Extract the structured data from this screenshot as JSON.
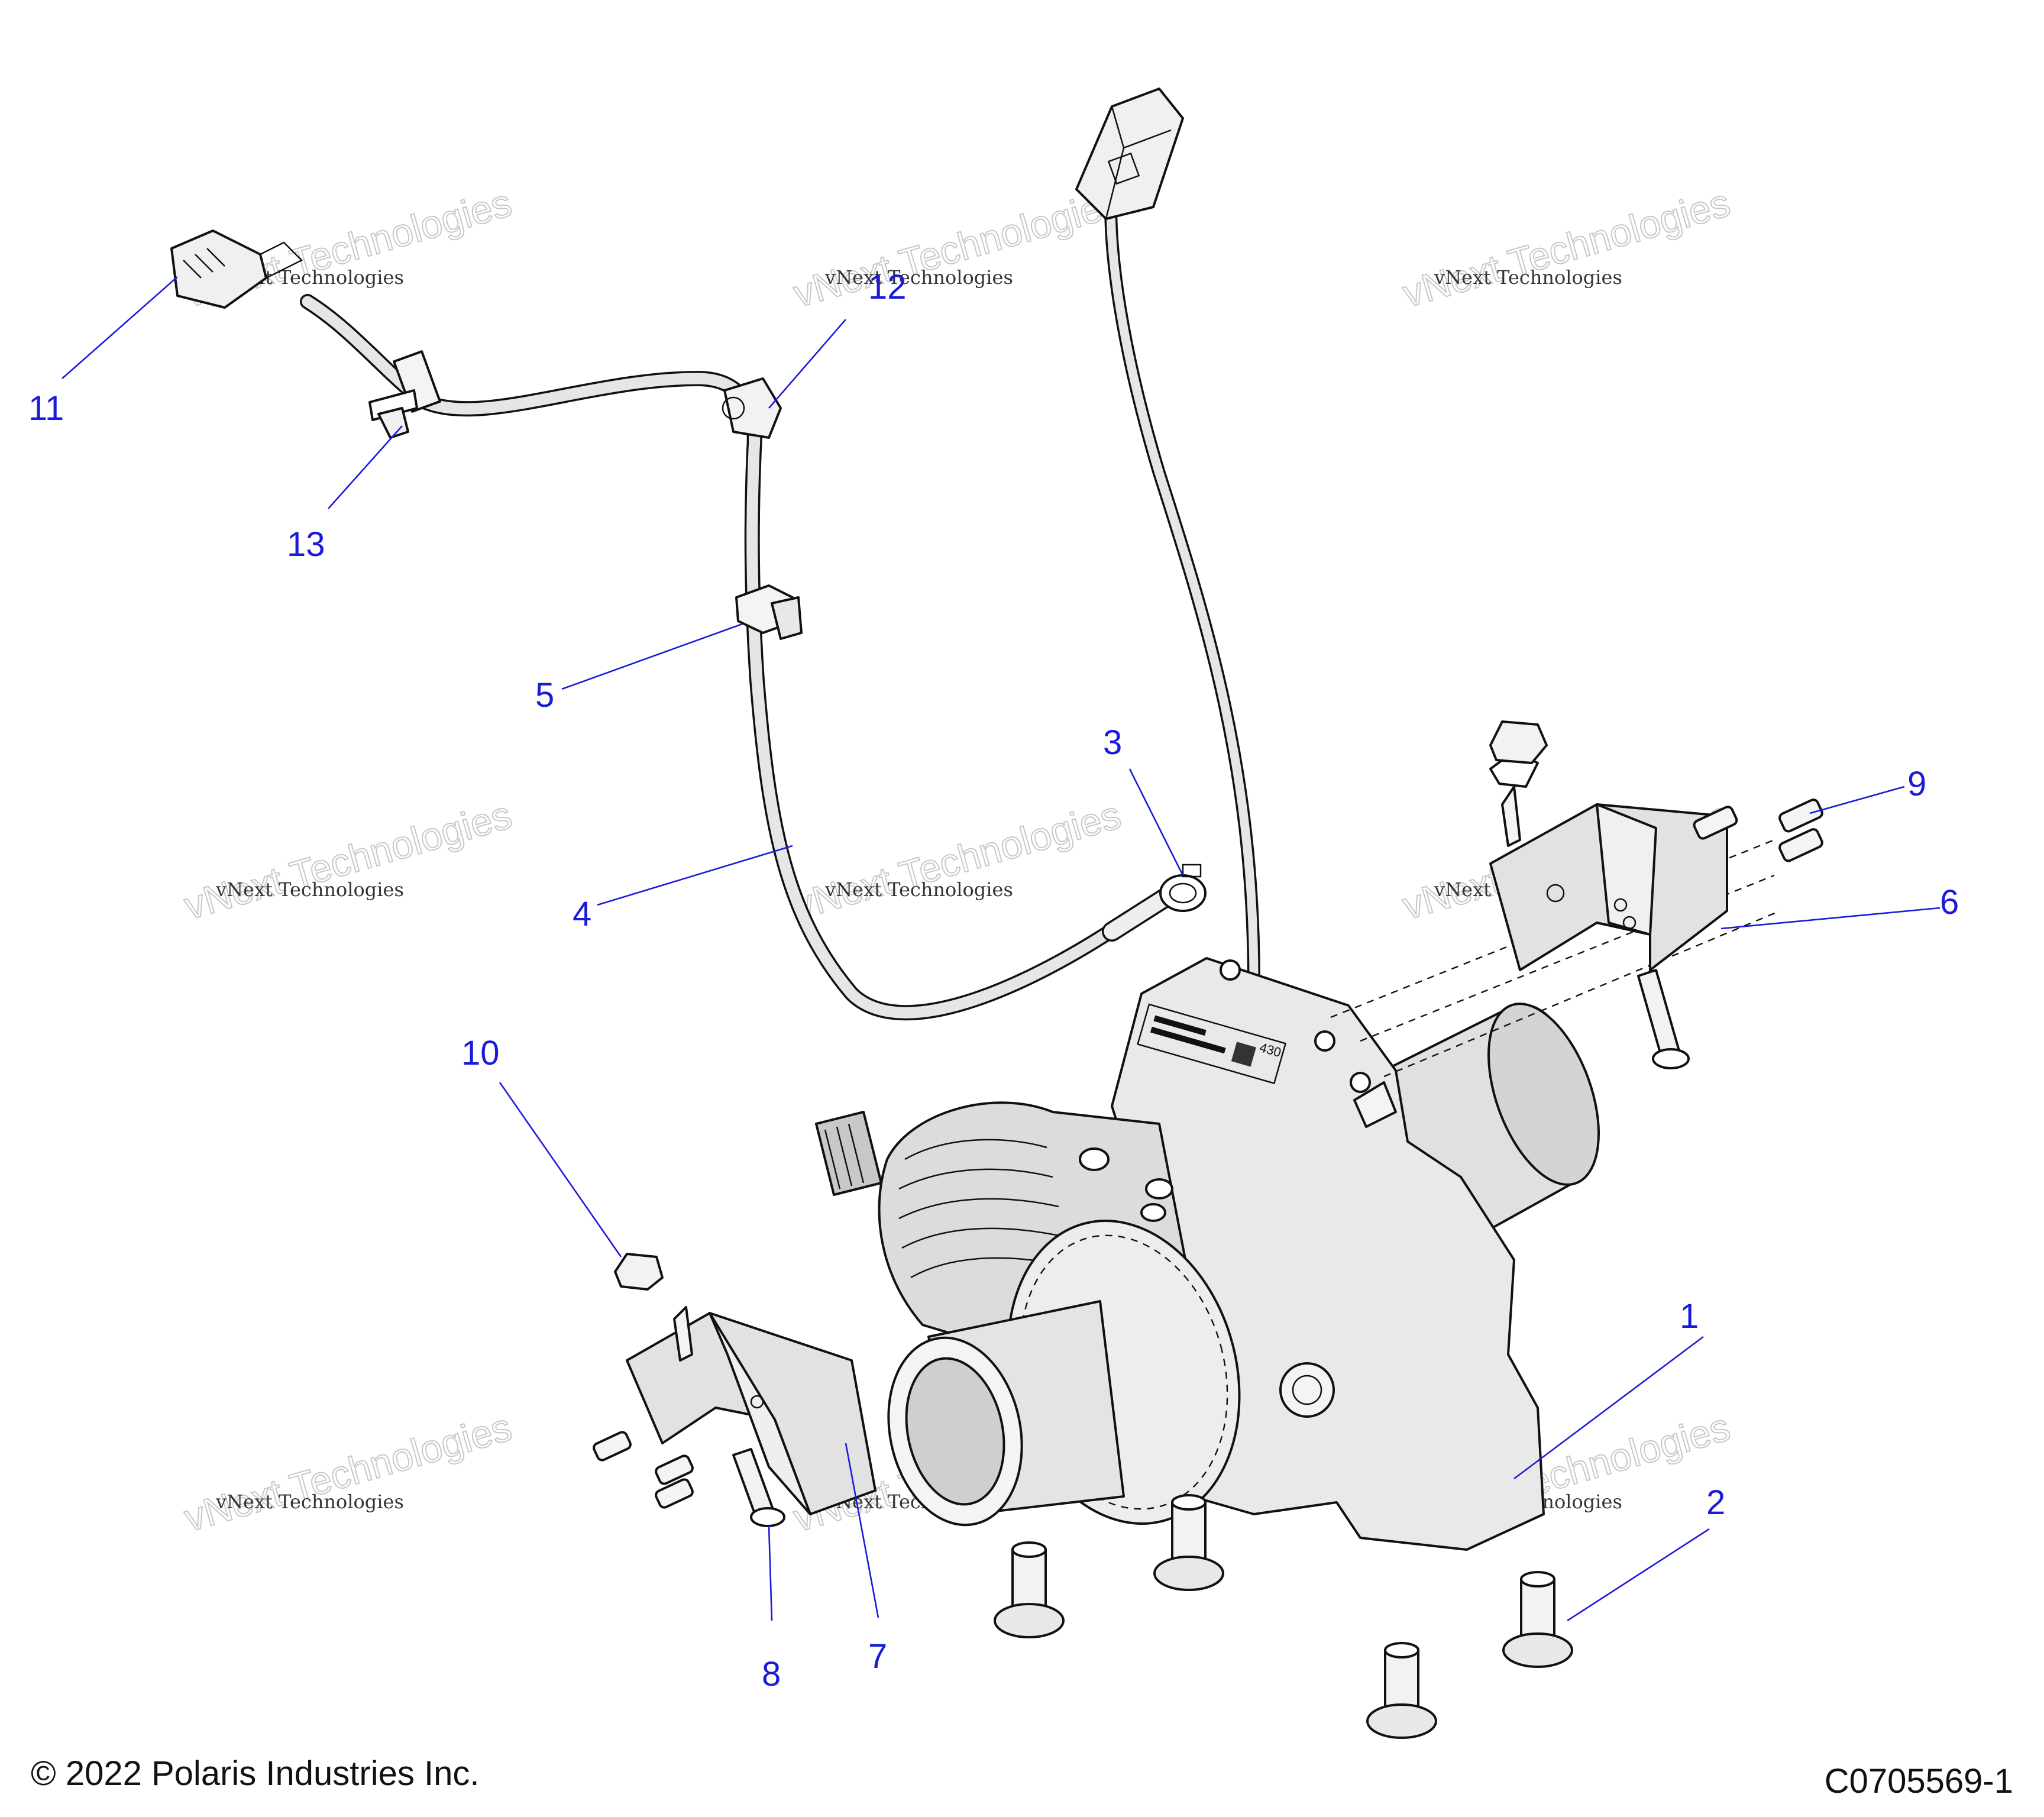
{
  "callouts": [
    {
      "id": "1",
      "label": "1"
    },
    {
      "id": "2",
      "label": "2"
    },
    {
      "id": "3",
      "label": "3"
    },
    {
      "id": "4",
      "label": "4"
    },
    {
      "id": "5",
      "label": "5"
    },
    {
      "id": "6",
      "label": "6"
    },
    {
      "id": "7",
      "label": "7"
    },
    {
      "id": "8",
      "label": "8"
    },
    {
      "id": "9",
      "label": "9"
    },
    {
      "id": "10",
      "label": "10"
    },
    {
      "id": "11",
      "label": "11"
    },
    {
      "id": "12",
      "label": "12"
    },
    {
      "id": "13",
      "label": "13"
    }
  ],
  "watermark": {
    "line1": "vNext Technologies",
    "line2": "vNext Technologies"
  },
  "decal": {
    "text": "430"
  },
  "footer": {
    "copyright": "© 2022 Polaris Industries Inc.",
    "diagram_id": "C0705569-1"
  }
}
